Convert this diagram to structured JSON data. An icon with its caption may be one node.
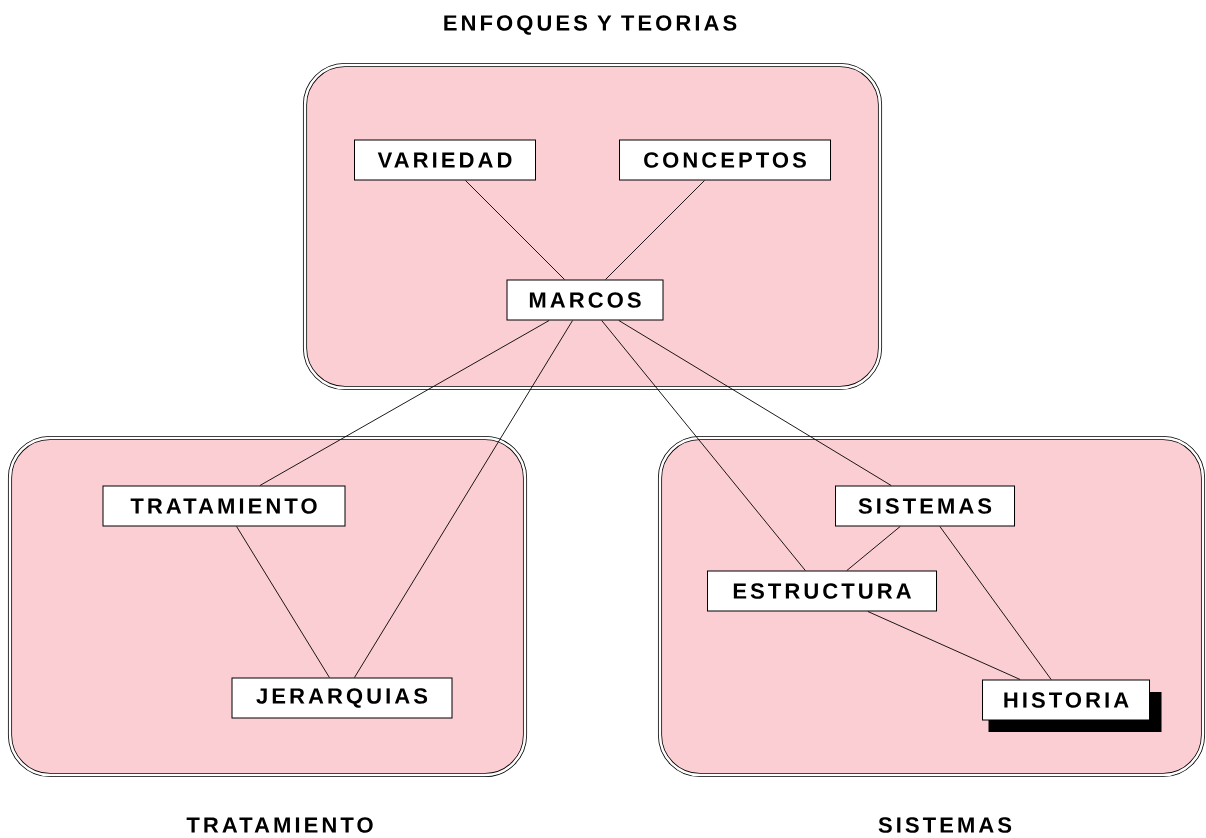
{
  "diagram": {
    "nodes": [
      {
        "text": [
          "ENFOQUES Y TEORIAS"
        ]
      },
      {
        "text": [
          "VARIEDAD"
        ],
        "in": 0
      },
      {
        "text": [
          "CONCEPTOS"
        ],
        "in": 0
      },
      {
        "text": [
          "MARCOS"
        ],
        "in": 0
      },
      {
        "text": [
          "TRATAMIENTO"
        ]
      },
      {
        "text": [
          "TRATAMIENTO"
        ],
        "in": 4
      },
      {
        "text": [
          "JERARQUIAS"
        ],
        "in": 4
      },
      {
        "text": [
          "SISTEMAS"
        ]
      },
      {
        "text": [
          "SISTEMAS"
        ],
        "in": 7
      },
      {
        "text": [
          "ESTRUCTURA"
        ],
        "in": 7
      },
      {
        "text": [
          "HISTORIA"
        ],
        "in": 7
      }
    ],
    "edges": [
      {
        "from": 1,
        "to": 3,
        "arrow": "none"
      },
      {
        "from": 2,
        "to": 3,
        "arrow": "none"
      },
      {
        "from": 3,
        "to": 5,
        "arrow": "none"
      },
      {
        "from": 3,
        "to": 6,
        "arrow": "none"
      },
      {
        "from": 3,
        "to": 9,
        "arrow": "none"
      },
      {
        "from": 3,
        "to": 8,
        "arrow": "none"
      },
      {
        "from": 5,
        "to": 6,
        "arrow": "none"
      },
      {
        "from": 8,
        "to": 9,
        "arrow": "none"
      },
      {
        "from": 8,
        "to": 10,
        "arrow": "none"
      },
      {
        "from": 9,
        "to": 10,
        "arrow": "none"
      }
    ]
  }
}
